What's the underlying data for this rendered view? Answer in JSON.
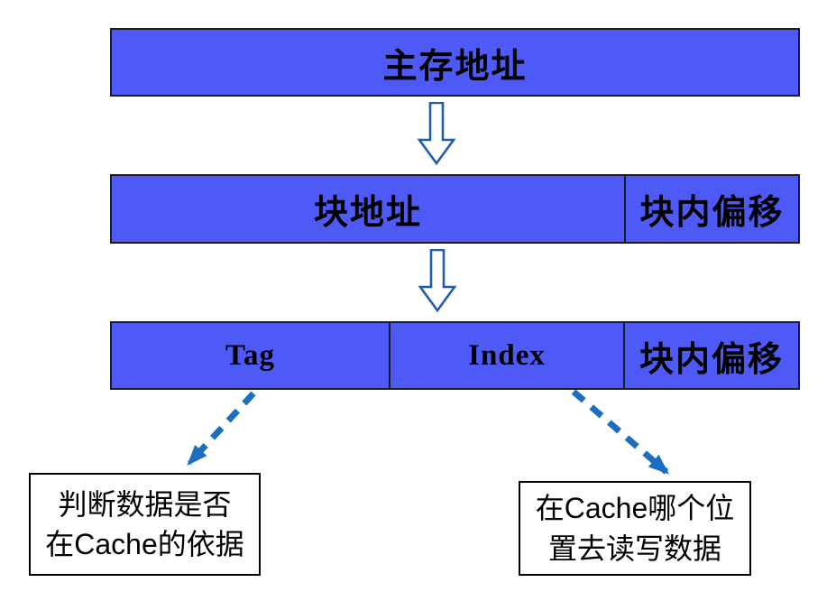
{
  "diagram": {
    "rows": [
      {
        "name": "main-memory-address",
        "cells": [
          {
            "label": "主存地址"
          }
        ]
      },
      {
        "name": "block-address-split",
        "cells": [
          {
            "label": "块地址"
          },
          {
            "label": "块内偏移"
          }
        ]
      },
      {
        "name": "tag-index-offset",
        "cells": [
          {
            "label": "Tag"
          },
          {
            "label": "Index"
          },
          {
            "label": "块内偏移"
          }
        ]
      }
    ],
    "notes": [
      {
        "name": "tag-purpose",
        "lines": [
          "判断数据是否",
          "在Cache的依据"
        ]
      },
      {
        "name": "index-purpose",
        "lines": [
          "在Cache哪个位",
          "置去读写数据"
        ]
      }
    ],
    "icons": [
      {
        "name": "down-arrow-icon",
        "meaning": "transforms-into"
      },
      {
        "name": "dashed-arrow-icon",
        "meaning": "points-to-explanation"
      }
    ]
  },
  "colors": {
    "box-fill": "#4e5af6",
    "box-border": "#1c1c28",
    "arrow-outline": "#1e5fa8",
    "dashed-arrow": "#1b6ec0",
    "note-border": "#000000",
    "note-bg": "#ffffff",
    "text": "#000000",
    "bg": "#ffffff"
  }
}
